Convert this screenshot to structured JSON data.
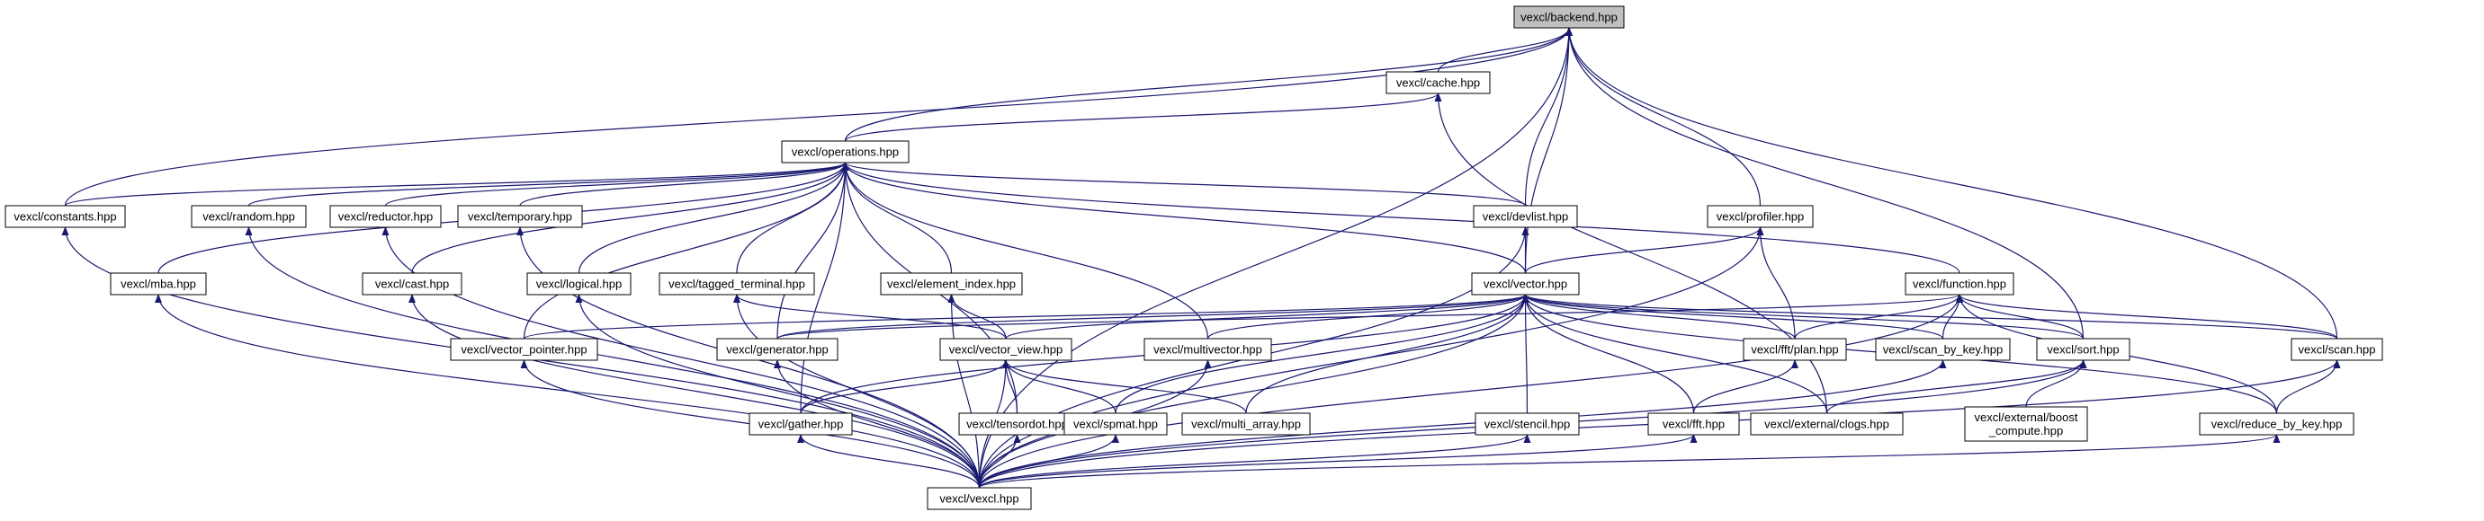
{
  "colors": {
    "edge": "#191970",
    "node_border": "#000000",
    "node_fill": "#ffffff",
    "root_fill": "#bfbfbf",
    "text": "#000000"
  },
  "nodes": [
    {
      "id": "backend",
      "lines": [
        "vexcl/backend.hpp"
      ],
      "root": true
    },
    {
      "id": "cache",
      "lines": [
        "vexcl/cache.hpp"
      ]
    },
    {
      "id": "operations",
      "lines": [
        "vexcl/operations.hpp"
      ]
    },
    {
      "id": "constants",
      "lines": [
        "vexcl/constants.hpp"
      ]
    },
    {
      "id": "random",
      "lines": [
        "vexcl/random.hpp"
      ]
    },
    {
      "id": "reductor",
      "lines": [
        "vexcl/reductor.hpp"
      ]
    },
    {
      "id": "temporary",
      "lines": [
        "vexcl/temporary.hpp"
      ]
    },
    {
      "id": "devlist",
      "lines": [
        "vexcl/devlist.hpp"
      ]
    },
    {
      "id": "profiler",
      "lines": [
        "vexcl/profiler.hpp"
      ]
    },
    {
      "id": "mba",
      "lines": [
        "vexcl/mba.hpp"
      ]
    },
    {
      "id": "cast",
      "lines": [
        "vexcl/cast.hpp"
      ]
    },
    {
      "id": "logical",
      "lines": [
        "vexcl/logical.hpp"
      ]
    },
    {
      "id": "tagged_terminal",
      "lines": [
        "vexcl/tagged_terminal.hpp"
      ]
    },
    {
      "id": "element_index",
      "lines": [
        "vexcl/element_index.hpp"
      ]
    },
    {
      "id": "vector",
      "lines": [
        "vexcl/vector.hpp"
      ]
    },
    {
      "id": "function",
      "lines": [
        "vexcl/function.hpp"
      ]
    },
    {
      "id": "vector_pointer",
      "lines": [
        "vexcl/vector_pointer.hpp"
      ]
    },
    {
      "id": "generator",
      "lines": [
        "vexcl/generator.hpp"
      ]
    },
    {
      "id": "vector_view",
      "lines": [
        "vexcl/vector_view.hpp"
      ]
    },
    {
      "id": "multivector",
      "lines": [
        "vexcl/multivector.hpp"
      ]
    },
    {
      "id": "fft_plan",
      "lines": [
        "vexcl/fft/plan.hpp"
      ]
    },
    {
      "id": "scan_by_key",
      "lines": [
        "vexcl/scan_by_key.hpp"
      ]
    },
    {
      "id": "sort",
      "lines": [
        "vexcl/sort.hpp"
      ]
    },
    {
      "id": "scan",
      "lines": [
        "vexcl/scan.hpp"
      ]
    },
    {
      "id": "gather",
      "lines": [
        "vexcl/gather.hpp"
      ]
    },
    {
      "id": "tensordot",
      "lines": [
        "vexcl/tensordot.hpp"
      ]
    },
    {
      "id": "spmat",
      "lines": [
        "vexcl/spmat.hpp"
      ]
    },
    {
      "id": "multi_array",
      "lines": [
        "vexcl/multi_array.hpp"
      ]
    },
    {
      "id": "stencil",
      "lines": [
        "vexcl/stencil.hpp"
      ]
    },
    {
      "id": "fft",
      "lines": [
        "vexcl/fft.hpp"
      ]
    },
    {
      "id": "clogs",
      "lines": [
        "vexcl/external/clogs.hpp"
      ]
    },
    {
      "id": "boost_compute",
      "lines": [
        "vexcl/external/boost",
        "_compute.hpp"
      ]
    },
    {
      "id": "reduce_by_key",
      "lines": [
        "vexcl/reduce_by_key.hpp"
      ]
    },
    {
      "id": "vexcl",
      "lines": [
        "vexcl/vexcl.hpp"
      ]
    }
  ],
  "edges": [
    [
      "cache",
      "backend"
    ],
    [
      "operations",
      "backend"
    ],
    [
      "constants",
      "backend"
    ],
    [
      "devlist",
      "backend"
    ],
    [
      "profiler",
      "backend"
    ],
    [
      "vector",
      "backend"
    ],
    [
      "sort",
      "backend"
    ],
    [
      "scan",
      "backend"
    ],
    [
      "vexcl",
      "backend"
    ],
    [
      "operations",
      "cache"
    ],
    [
      "clogs",
      "cache"
    ],
    [
      "constants",
      "operations"
    ],
    [
      "random",
      "operations"
    ],
    [
      "reductor",
      "operations"
    ],
    [
      "temporary",
      "operations"
    ],
    [
      "devlist",
      "operations"
    ],
    [
      "mba",
      "operations"
    ],
    [
      "cast",
      "operations"
    ],
    [
      "logical",
      "operations"
    ],
    [
      "tagged_terminal",
      "operations"
    ],
    [
      "element_index",
      "operations"
    ],
    [
      "vector",
      "operations"
    ],
    [
      "function",
      "operations"
    ],
    [
      "vector_pointer",
      "operations"
    ],
    [
      "generator",
      "operations"
    ],
    [
      "multivector",
      "operations"
    ],
    [
      "gather",
      "operations"
    ],
    [
      "tensordot",
      "operations"
    ],
    [
      "vector",
      "devlist"
    ],
    [
      "vexcl",
      "devlist"
    ],
    [
      "vector",
      "profiler"
    ],
    [
      "fft_plan",
      "profiler"
    ],
    [
      "vexcl",
      "profiler"
    ],
    [
      "vexcl",
      "constants"
    ],
    [
      "vexcl",
      "random"
    ],
    [
      "vexcl",
      "reductor"
    ],
    [
      "vexcl",
      "temporary"
    ],
    [
      "vexcl",
      "mba"
    ],
    [
      "vexcl",
      "cast"
    ],
    [
      "vexcl",
      "logical"
    ],
    [
      "vector_view",
      "tagged_terminal"
    ],
    [
      "vexcl",
      "tagged_terminal"
    ],
    [
      "vector_view",
      "element_index"
    ],
    [
      "vexcl",
      "element_index"
    ],
    [
      "vector_pointer",
      "vector"
    ],
    [
      "generator",
      "vector"
    ],
    [
      "vector_view",
      "vector"
    ],
    [
      "multivector",
      "vector"
    ],
    [
      "fft_plan",
      "vector"
    ],
    [
      "scan_by_key",
      "vector"
    ],
    [
      "sort",
      "vector"
    ],
    [
      "scan",
      "vector"
    ],
    [
      "gather",
      "vector"
    ],
    [
      "spmat",
      "vector"
    ],
    [
      "multi_array",
      "vector"
    ],
    [
      "stencil",
      "vector"
    ],
    [
      "fft",
      "vector"
    ],
    [
      "clogs",
      "vector"
    ],
    [
      "reduce_by_key",
      "vector"
    ],
    [
      "vexcl",
      "vector"
    ],
    [
      "generator",
      "function"
    ],
    [
      "fft_plan",
      "function"
    ],
    [
      "scan_by_key",
      "function"
    ],
    [
      "sort",
      "function"
    ],
    [
      "scan",
      "function"
    ],
    [
      "reduce_by_key",
      "function"
    ],
    [
      "vexcl",
      "function"
    ],
    [
      "vexcl",
      "vector_pointer"
    ],
    [
      "vexcl",
      "generator"
    ],
    [
      "gather",
      "vector_view"
    ],
    [
      "tensordot",
      "vector_view"
    ],
    [
      "spmat",
      "vector_view"
    ],
    [
      "multi_array",
      "vector_view"
    ],
    [
      "vexcl",
      "vector_view"
    ],
    [
      "vexcl",
      "multivector"
    ],
    [
      "fft",
      "fft_plan"
    ],
    [
      "vexcl",
      "scan_by_key"
    ],
    [
      "clogs",
      "sort"
    ],
    [
      "boost_compute",
      "sort"
    ],
    [
      "vexcl",
      "sort"
    ],
    [
      "reduce_by_key",
      "scan"
    ],
    [
      "vexcl",
      "scan"
    ],
    [
      "vexcl",
      "gather"
    ],
    [
      "vexcl",
      "tensordot"
    ],
    [
      "vexcl",
      "spmat"
    ],
    [
      "vexcl",
      "stencil"
    ],
    [
      "vexcl",
      "fft"
    ],
    [
      "vexcl",
      "reduce_by_key"
    ]
  ]
}
